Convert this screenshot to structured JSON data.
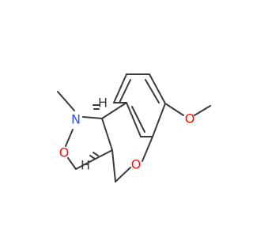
{
  "molecule": {
    "atoms": {
      "n": "N",
      "o_ring": "O",
      "o_pyran": "O",
      "o_methoxy": "O",
      "h_top": "H",
      "h_bottom": "H"
    },
    "colors": {
      "bond": "#3b3b3b",
      "oxygen": "#ff0d0d",
      "nitrogen": "#3050f8",
      "hydrogen": "#3b3b3b",
      "background": "#ffffff"
    }
  }
}
